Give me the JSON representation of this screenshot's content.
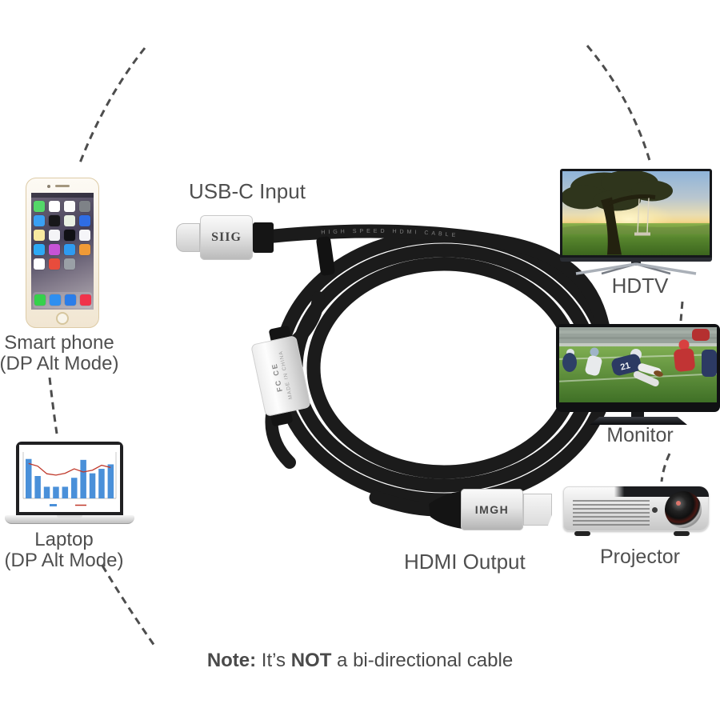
{
  "page": {
    "background": "#ffffff"
  },
  "annotations": {
    "usb_input_label": "USB-C Input",
    "hdmi_output_label": "HDMI Output",
    "note": {
      "bold1": "Note:",
      "text1": " It’s ",
      "bold2": "NOT",
      "text2": " a bi-directional cable"
    }
  },
  "sources": {
    "smartphone": {
      "label": "Smart phone",
      "sublabel": "(DP Alt Mode)"
    },
    "laptop": {
      "label": "Laptop",
      "sublabel": "(DP Alt Mode)"
    }
  },
  "outputs": {
    "hdtv": {
      "label": "HDTV"
    },
    "monitor": {
      "label": "Monitor",
      "jersey_number": "21"
    },
    "projector": {
      "label": "Projector"
    }
  },
  "cable": {
    "usb_connector_brand": "SIIG",
    "hdmi_connector_text": "IMGH",
    "jacket_print": "HIGH SPEED HDMI CABLE",
    "converter_marks": "FC CE",
    "converter_origin": "MADE IN CHINA"
  },
  "smartphone_screen": {
    "grid_icon_colors": [
      "#54d769",
      "#ffffff",
      "#fbfbfb",
      "#7e8287",
      "#3aa0f4",
      "#17171a",
      "#e8f0e2",
      "#2f6de4",
      "#f8e9a0",
      "#f4f4f6",
      "#101014",
      "#f5f5f8",
      "#2da9f4",
      "#c653d6",
      "#2f9bf0",
      "#f09a36",
      "#ffffff",
      "#e84c3c",
      "#9aa0a6"
    ],
    "dock_icon_colors": [
      "#35d14b",
      "#2f8ff0",
      "#2b7de9",
      "#f0334b"
    ]
  },
  "laptop_screen_chart": {
    "bars": [
      88,
      50,
      26,
      26,
      26,
      46,
      86,
      56,
      66,
      76
    ],
    "line": [
      78,
      72,
      55,
      52,
      56,
      66,
      59,
      63,
      74,
      69
    ]
  },
  "colors": {
    "label_text": "#4f4f4f",
    "dash_line": "#4d4d4d",
    "cable_black": "#1b1b1b",
    "connector_silver": "#e8e8e8",
    "chart_bar_blue": "#4a90d9",
    "chart_line_red": "#c0392b"
  }
}
